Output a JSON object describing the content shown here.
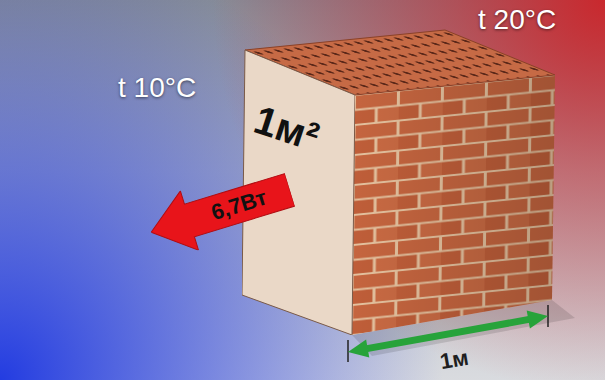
{
  "diagram": {
    "nodes": [
      {
        "text": [
          "1м²"
        ]
      },
      {
        "text": [
          "6,7Вт"
        ]
      }
    ],
    "labels": [
      "t 10°C",
      "t 20°C",
      "1м"
    ]
  }
}
